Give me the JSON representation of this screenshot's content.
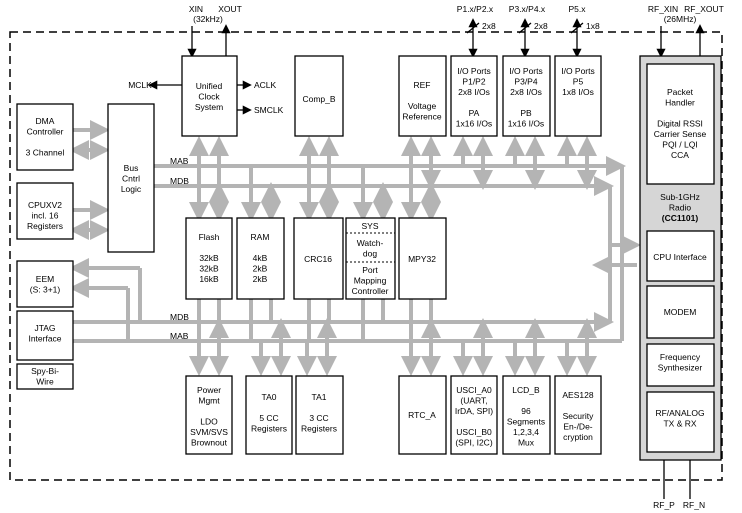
{
  "pins": {
    "xin": "XIN",
    "xin_freq": "(32kHz)",
    "xout": "XOUT",
    "p12": "P1.x/P2.x",
    "p34": "P3.x/P4.x",
    "p5": "P5.x",
    "rf_xin": "RF_XIN",
    "rf_xout": "RF_XOUT",
    "rf_freq": "(26MHz)",
    "rf_p": "RF_P",
    "rf_n": "RF_N",
    "bus_2x8_a": "2x8",
    "bus_2x8_b": "2x8",
    "bus_1x8": "1x8"
  },
  "signals": {
    "mclk": "MCLK",
    "aclk": "ACLK",
    "smclk": "SMCLK",
    "mab": "MAB",
    "mdb": "MDB"
  },
  "blocks": {
    "dma": [
      "DMA",
      "Controller",
      "",
      "3 Channel"
    ],
    "cpu": [
      "CPUXV2",
      "incl. 16",
      "Registers"
    ],
    "eem": [
      "EEM",
      "(S: 3+1)"
    ],
    "jtag": [
      "JTAG",
      "Interface"
    ],
    "spy": [
      "Spy-Bi-",
      "Wire"
    ],
    "bus_ctrl": [
      "Bus",
      "Cntrl",
      "Logic"
    ],
    "ucs": [
      "Unified",
      "Clock",
      "System"
    ],
    "comp_b": [
      "Comp_B"
    ],
    "ref": [
      "REF",
      "",
      "Voltage",
      "Reference"
    ],
    "pa": [
      "I/O Ports",
      "P1/P2",
      "2x8 I/Os",
      "",
      "PA",
      "1x16 I/Os"
    ],
    "pb": [
      "I/O Ports",
      "P3/P4",
      "2x8 I/Os",
      "",
      "PB",
      "1x16 I/Os"
    ],
    "p5": [
      "I/O Ports",
      "P5",
      "1x8 I/Os"
    ],
    "flash": [
      "Flash",
      "",
      "32kB",
      "32kB",
      "16kB"
    ],
    "ram": [
      "RAM",
      "",
      "4kB",
      "2kB",
      "2kB"
    ],
    "crc16": [
      "CRC16"
    ],
    "sys_top": [
      "SYS"
    ],
    "sys_wd": [
      "Watch-",
      "dog"
    ],
    "sys_pmc": [
      "Port",
      "Mapping",
      "Controller"
    ],
    "mpy32": [
      "MPY32"
    ],
    "power": [
      "Power",
      "Mgmt",
      "",
      "LDO",
      "SVM/SVS",
      "Brownout"
    ],
    "ta0": [
      "TA0",
      "",
      "5 CC",
      "Registers"
    ],
    "ta1": [
      "TA1",
      "",
      "3 CC",
      "Registers"
    ],
    "rtc": [
      "RTC_A"
    ],
    "usci": [
      "USCI_A0",
      "(UART,",
      "IrDA, SPI)",
      "",
      "USCI_B0",
      "(SPI, I2C)"
    ],
    "lcd": [
      "LCD_B",
      "",
      "96",
      "Segments",
      "1,2,3,4",
      "Mux"
    ],
    "aes": [
      "AES128",
      "",
      "Security",
      "En-/De-",
      "cryption"
    ],
    "packet": [
      "Packet",
      "Handler",
      "",
      "Digital RSSI",
      "Carrier Sense",
      "PQI / LQI",
      "CCA"
    ],
    "radio": [
      "Sub-1GHz",
      "Radio"
    ],
    "radio_chip": "CC1101",
    "cpu_if": [
      "CPU Interface"
    ],
    "modem": [
      "MODEM"
    ],
    "freq": [
      "Frequency",
      "Synthesizer"
    ],
    "rf_analog": [
      "RF/ANALOG",
      "TX & RX"
    ]
  },
  "colors": {
    "arrow_gray": "#b4b4b4",
    "radio_fill": "#d6d6d6",
    "line": "#000000"
  }
}
